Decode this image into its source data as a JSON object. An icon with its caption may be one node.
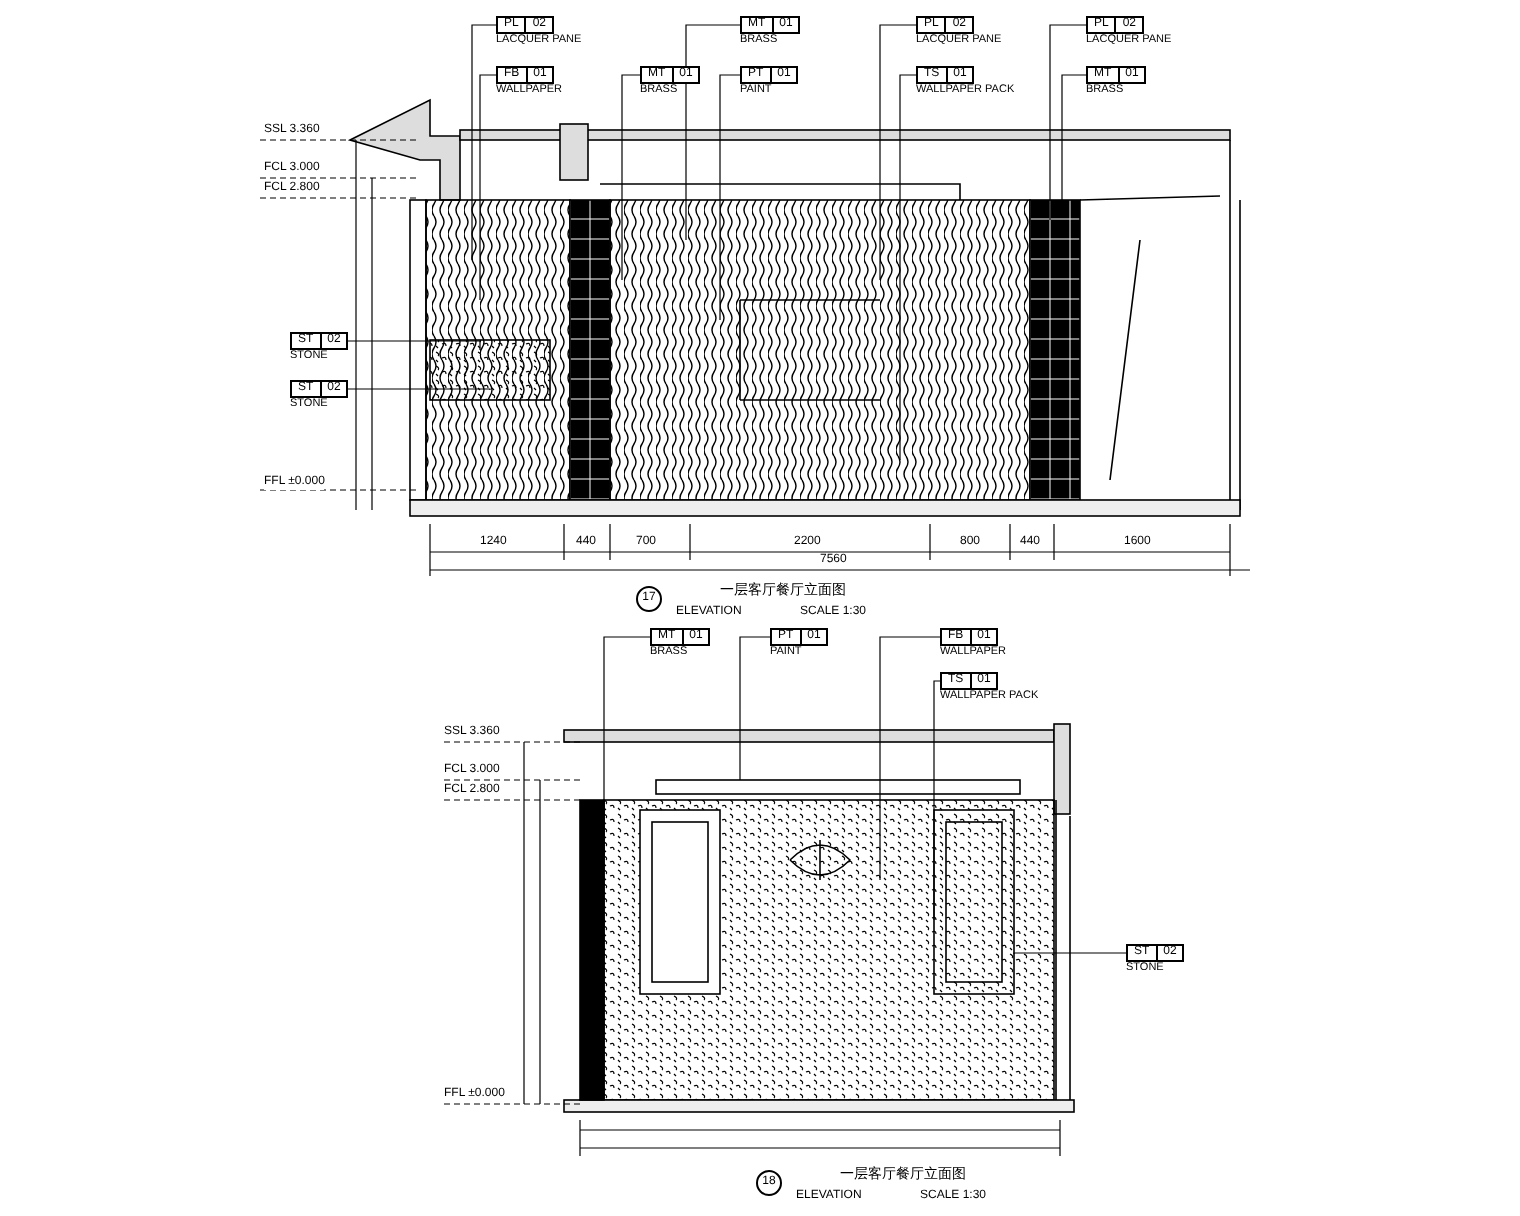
{
  "diagram": {
    "nodes": [
      {
        "text": [
          "PL",
          "02",
          "LACQUER PANE"
        ]
      },
      {
        "text": [
          "MT",
          "01",
          "BRASS"
        ]
      },
      {
        "text": [
          "PL",
          "02",
          "LACQUER PANE"
        ]
      },
      {
        "text": [
          "PL",
          "02",
          "LACQUER PANE"
        ]
      },
      {
        "text": [
          "FB",
          "01",
          "WALLPAPER"
        ]
      },
      {
        "text": [
          "MT",
          "01",
          "BRASS"
        ]
      },
      {
        "text": [
          "PT",
          "01",
          "PAINT"
        ]
      },
      {
        "text": [
          "TS",
          "01",
          "WALLPAPER PACK"
        ]
      },
      {
        "text": [
          "MT",
          "01",
          "BRASS"
        ]
      },
      {
        "text": [
          "ST",
          "02",
          "STONE"
        ]
      },
      {
        "text": [
          "ST",
          "02",
          "STONE"
        ]
      },
      {
        "text": [
          "MT",
          "01",
          "BRASS"
        ]
      },
      {
        "text": [
          "PT",
          "01",
          "PAINT"
        ]
      },
      {
        "text": [
          "FB",
          "01",
          "WALLPAPER"
        ]
      },
      {
        "text": [
          "TS",
          "01",
          "WALLPAPER PACK"
        ]
      },
      {
        "text": [
          "ST",
          "02",
          "STONE"
        ]
      },
      {
        "text": [],
        "shape": "bar"
      },
      {
        "text": [],
        "shape": "box"
      },
      {
        "text": [],
        "shape": "box"
      }
    ],
    "edges": [
      {
        "from": 0,
        "to": null,
        "arrow": "none"
      },
      {
        "from": 1,
        "to": null,
        "arrow": "none"
      },
      {
        "from": 2,
        "to": null,
        "arrow": "none"
      },
      {
        "from": 3,
        "to": null,
        "arrow": "none"
      },
      {
        "from": 4,
        "to": null,
        "arrow": "none"
      },
      {
        "from": 5,
        "to": null,
        "arrow": "none"
      },
      {
        "from": 6,
        "to": null,
        "arrow": "none"
      },
      {
        "from": 7,
        "to": null,
        "arrow": "none"
      },
      {
        "from": 8,
        "to": null,
        "arrow": "none"
      },
      {
        "from": 9,
        "to": null,
        "arrow": "none"
      },
      {
        "from": 10,
        "to": null,
        "arrow": "none"
      },
      {
        "from": 11,
        "to": 16,
        "arrow": "none"
      },
      {
        "from": 12,
        "to": 17,
        "arrow": "none"
      },
      {
        "from": 13,
        "to": null,
        "arrow": "none"
      },
      {
        "from": 14,
        "to": 18,
        "arrow": "none"
      },
      {
        "from": 15,
        "to": 18,
        "arrow": "none"
      }
    ],
    "labels": [
      "SSL 3.360",
      "FCL 3.000",
      "FCL 2.800",
      "FFL ±0.000",
      "1240",
      "440",
      "700",
      "2200",
      "800",
      "440",
      "1600",
      "7560",
      "17",
      "一层客厅餐厅立面图",
      "ELEVATION",
      "SCALE 1:30",
      "SSL 3.360",
      "FCL 3.000",
      "FCL 2.800",
      "FFL ±0.000",
      "18",
      "一层客厅餐厅立面图",
      "ELEVATION",
      "SCALE 1:30"
    ]
  }
}
